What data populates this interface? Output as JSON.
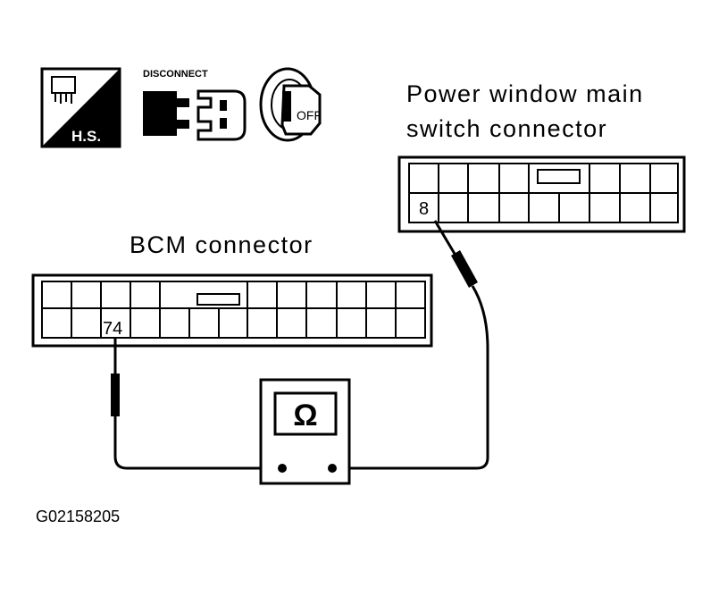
{
  "icons": {
    "hs_label": "H.S.",
    "disconnect_label": "DISCONNECT",
    "ignition_label": "OFF",
    "names": [
      "harness-side-icon",
      "disconnect-icon",
      "ignition-off-icon"
    ]
  },
  "power_window_connector": {
    "title_line1": "Power window main",
    "title_line2": "switch connector",
    "pin_label": "8"
  },
  "bcm_connector": {
    "title": "BCM connector",
    "pin_label": "74"
  },
  "ohmmeter": {
    "symbol": "Ω"
  },
  "figure_code": "G02158205"
}
